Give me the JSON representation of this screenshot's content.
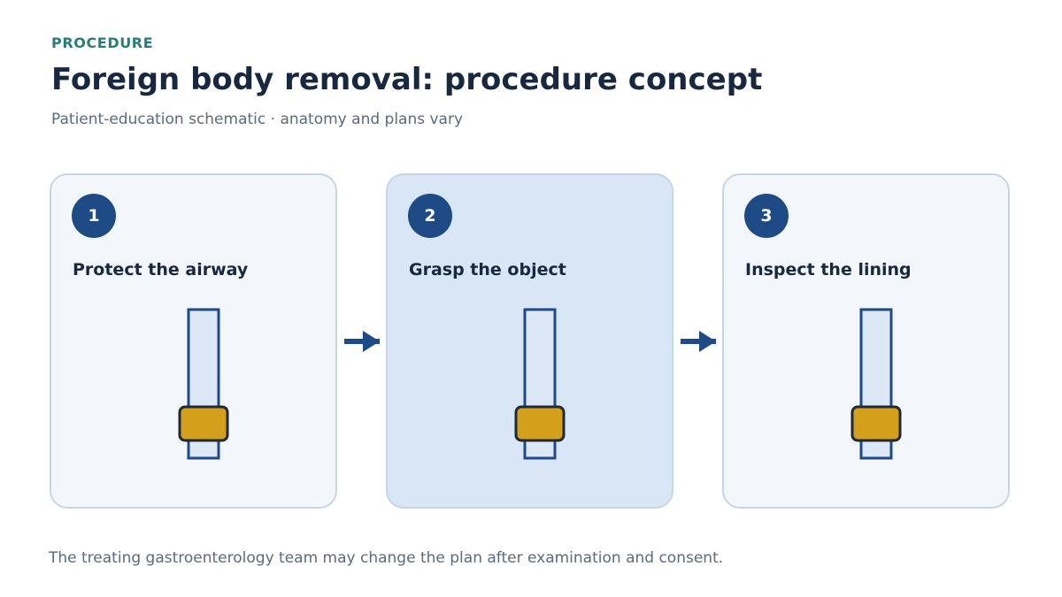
{
  "header": {
    "eyebrow": "PROCEDURE",
    "title": "Foreign body removal: procedure concept",
    "subtitle": "Patient-education schematic · anatomy and plans vary"
  },
  "steps": [
    {
      "number": "1",
      "label": "Protect the airway",
      "active": false
    },
    {
      "number": "2",
      "label": "Grasp the object",
      "active": true
    },
    {
      "number": "3",
      "label": "Inspect the lining",
      "active": false
    }
  ],
  "footer": {
    "note": "The treating gastroenterology team may change the plan after examination and consent."
  },
  "colors": {
    "accent_navy": "#1e4b86",
    "eyebrow_teal": "#2a7c78",
    "foreign_body_gold": "#d49f1a",
    "card_border": "#c7d6e4",
    "active_card_fill": "#d9e6f5"
  }
}
